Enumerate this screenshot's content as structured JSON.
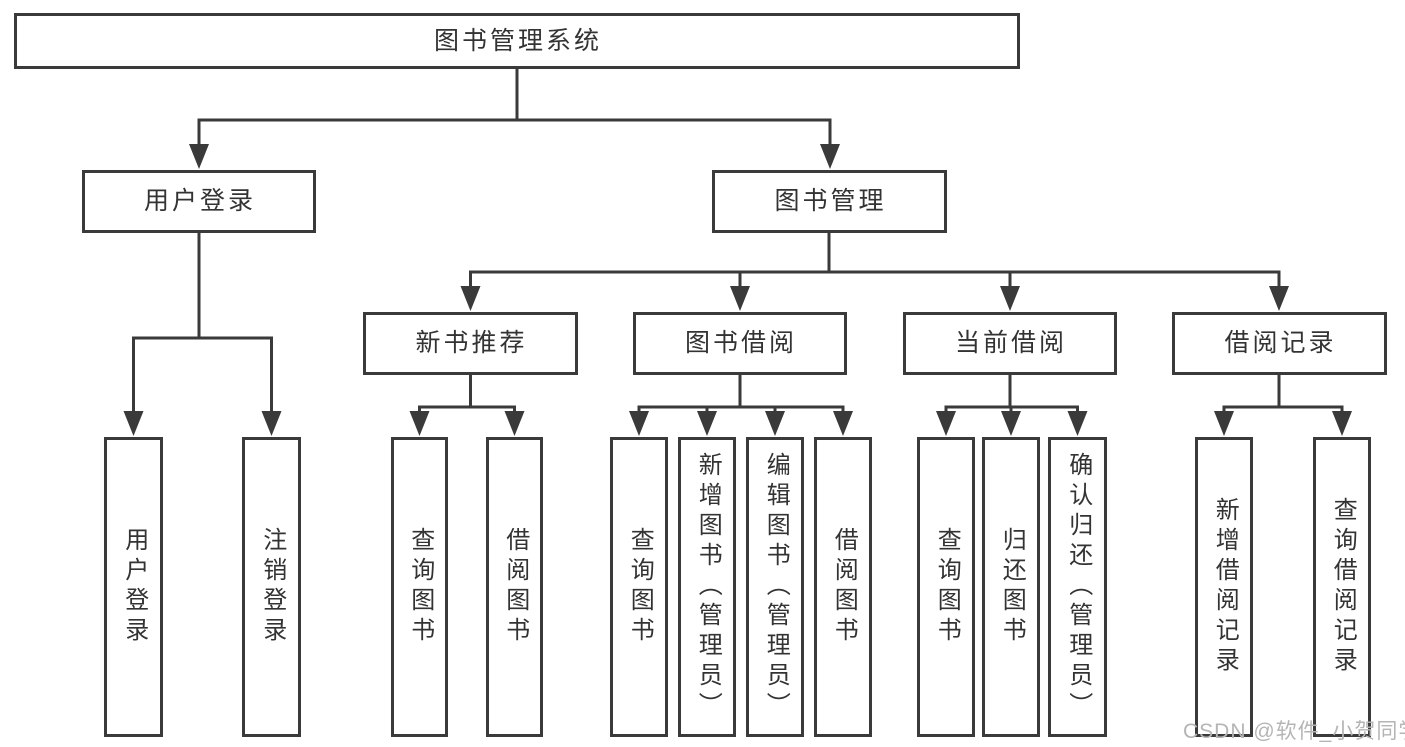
{
  "diagram_type": "hierarchy",
  "tree": {
    "root": {
      "label": "图书管理系统"
    },
    "branches": [
      {
        "label": "用户登录",
        "children": [
          {
            "label": "用户登录"
          },
          {
            "label": "注销登录"
          }
        ]
      },
      {
        "label": "图书管理",
        "children": [
          {
            "label": "新书推荐",
            "children": [
              {
                "label": "查询图书"
              },
              {
                "label": "借阅图书"
              }
            ]
          },
          {
            "label": "图书借阅",
            "children": [
              {
                "label": "查询图书"
              },
              {
                "label": "新增图书（管理员）"
              },
              {
                "label": "编辑图书（管理员）"
              },
              {
                "label": "借阅图书"
              }
            ]
          },
          {
            "label": "当前借阅",
            "children": [
              {
                "label": "查询图书"
              },
              {
                "label": "归还图书"
              },
              {
                "label": "确认归还（管理员）"
              }
            ]
          },
          {
            "label": "借阅记录",
            "children": [
              {
                "label": "新增借阅记录"
              },
              {
                "label": "查询借阅记录"
              }
            ]
          }
        ]
      }
    ]
  },
  "watermark": {
    "text": "CSDN @软件_小贺同学"
  },
  "colors": {
    "line": "#3a3a3a",
    "text": "#333333",
    "background": "#ffffff",
    "watermark": "#b5b5b5"
  }
}
